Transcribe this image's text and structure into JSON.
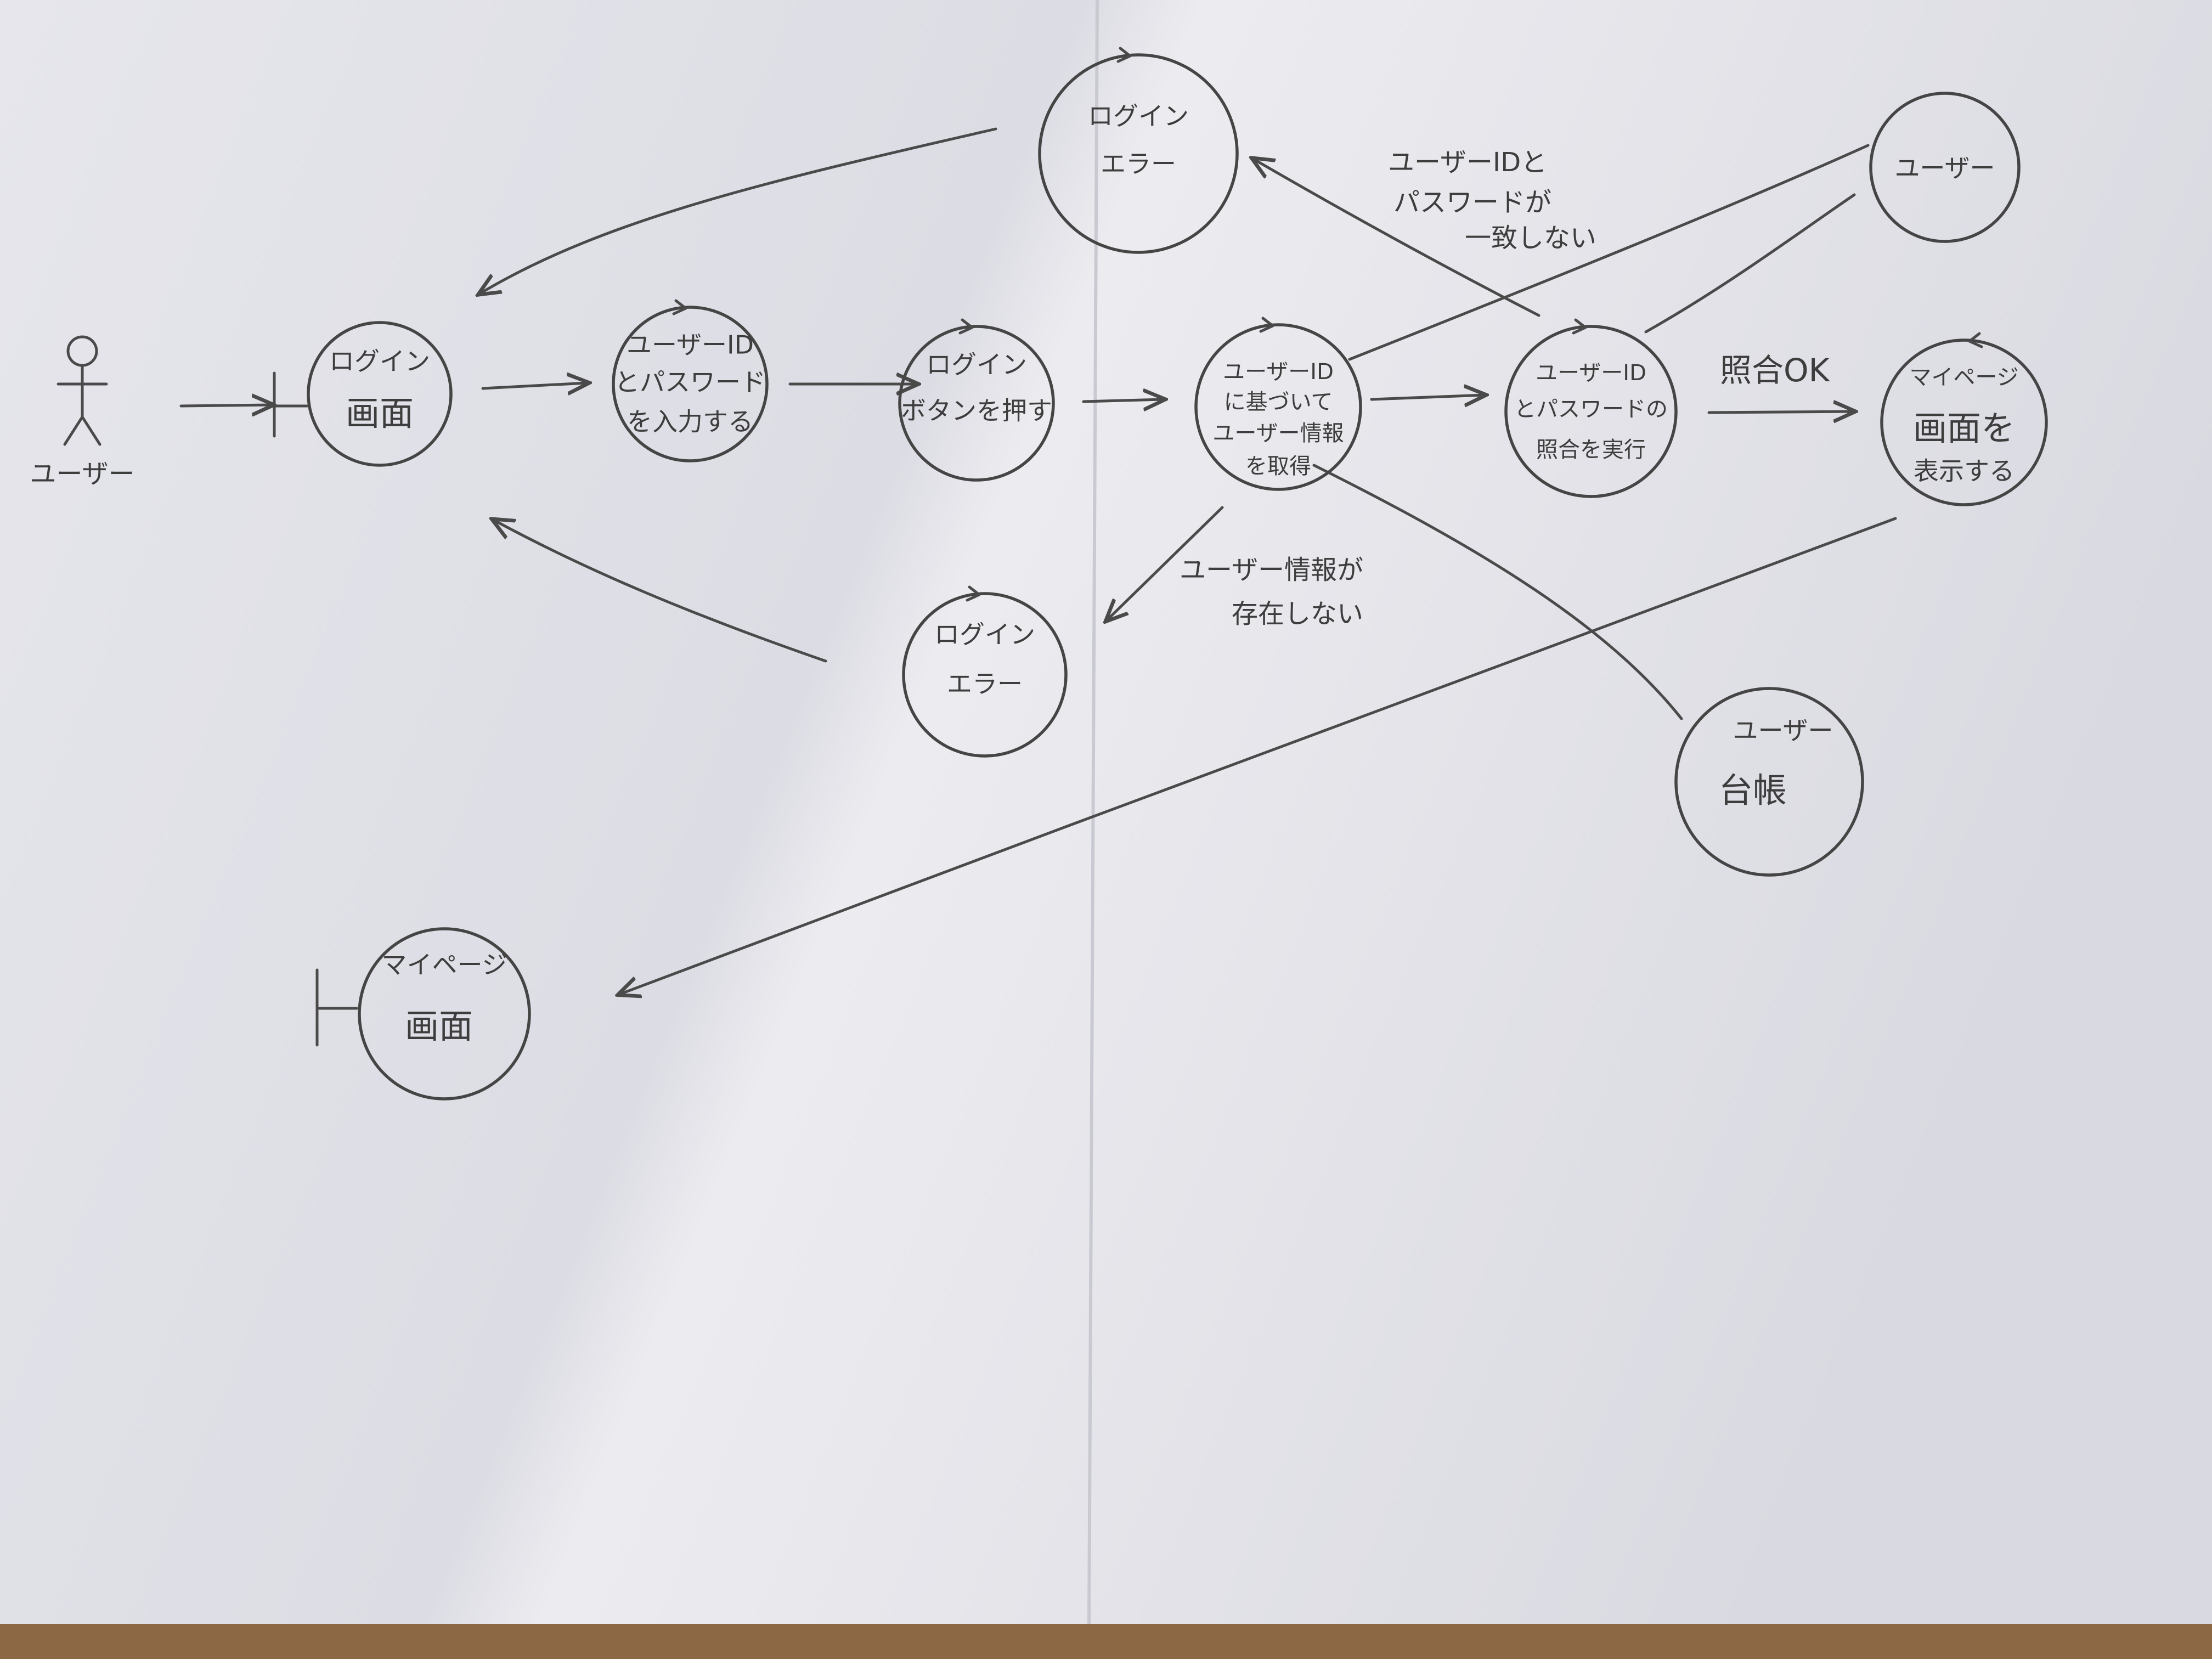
{
  "actor": {
    "label": "ユーザー"
  },
  "nodes": {
    "login_screen": {
      "lines": [
        "ログイン",
        "画面"
      ]
    },
    "enter_credentials": {
      "lines": [
        "ユーザーID",
        "とパスワード",
        "を入力する"
      ]
    },
    "press_login": {
      "lines": [
        "ログイン",
        "ボタンを押す"
      ]
    },
    "get_user_info": {
      "lines": [
        "ユーザーID",
        "に基づいて",
        "ユーザー情報",
        "を取得"
      ]
    },
    "verify_credentials": {
      "lines": [
        "ユーザーID",
        "とパスワードの",
        "照合を実行"
      ]
    },
    "show_mypage": {
      "lines": [
        "マイページ",
        "画面を",
        "表示する"
      ]
    },
    "login_error_top": {
      "lines": [
        "ログイン",
        "エラー"
      ]
    },
    "login_error_bottom": {
      "lines": [
        "ログイン",
        "エラー"
      ]
    },
    "user_entity": {
      "lines": [
        "ユーザー"
      ]
    },
    "user_ledger": {
      "lines": [
        "ユーザー",
        "台帳"
      ]
    },
    "mypage_screen": {
      "lines": [
        "マイページ",
        "画面"
      ]
    }
  },
  "edge_labels": {
    "mismatch": [
      "ユーザーIDと",
      "パスワードが",
      "一致しない"
    ],
    "not_found": [
      "ユーザー情報が",
      "存在しない"
    ],
    "verify_ok": "照合OK"
  }
}
